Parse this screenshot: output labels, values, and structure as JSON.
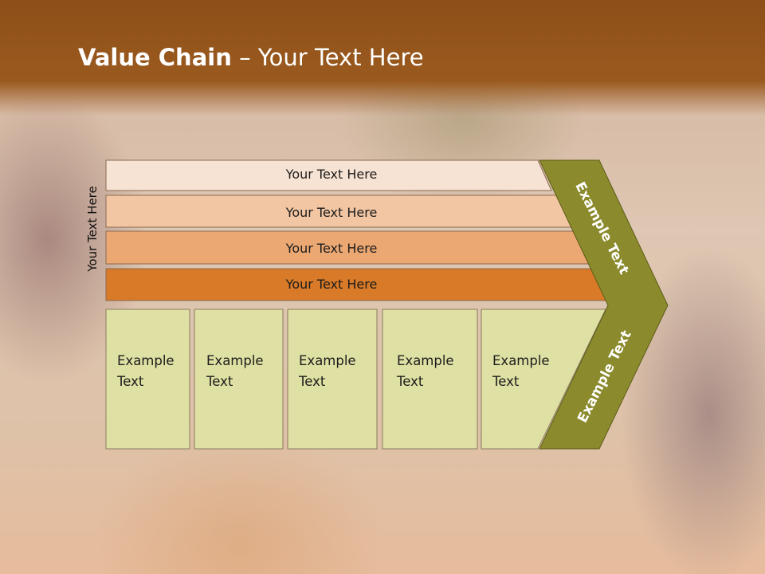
{
  "slide": {
    "title_bold": "Value Chain",
    "title_rest": " – Your Text Here",
    "side_label": "Your Text Here"
  },
  "rows": [
    {
      "label": "Your Text Here",
      "fill": "#f7e3d3"
    },
    {
      "label": "Your Text Here",
      "fill": "#f2c6a3"
    },
    {
      "label": "Your Text Here",
      "fill": "#eca873"
    },
    {
      "label": "Your Text Here",
      "fill": "#d87a27"
    }
  ],
  "cells": [
    {
      "line1": "Example",
      "line2": "Text"
    },
    {
      "line1": "Example",
      "line2": "Text"
    },
    {
      "line1": "Example",
      "line2": "Text"
    },
    {
      "line1": "Example",
      "line2": "Text"
    },
    {
      "line1": "Example",
      "line2": "Text"
    }
  ],
  "chevron": {
    "upper_label": "Example Text",
    "lower_label": "Example Text",
    "fill": "#8b8a2d"
  },
  "colors": {
    "header": "#9a5a1f",
    "cell_fill": "#dfe0a3",
    "outline": "#7a5a40"
  }
}
